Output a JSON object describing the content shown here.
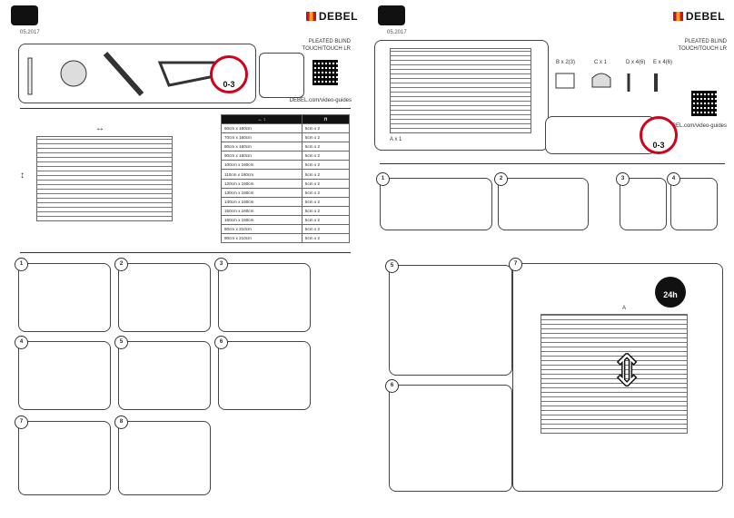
{
  "left": {
    "brand": "DEBEL",
    "date": "05.2017",
    "product_title": "PLEATED BLIND",
    "product_subtitle": "TOUCH/TOUCH LR",
    "age_warning": "0-3",
    "video_link": "DEBEL.com/video-guides",
    "table": {
      "headers": [
        "↔ ↕",
        "⊓"
      ],
      "rows": [
        [
          "60cm x 160cm",
          "5cm x 2"
        ],
        [
          "70cm x 160cm",
          "5cm x 2"
        ],
        [
          "80cm x 160cm",
          "5cm x 2"
        ],
        [
          "90cm x 160cm",
          "5cm x 2"
        ],
        [
          "100cm x 160cm",
          "5cm x 2"
        ],
        [
          "110cm x 160cm",
          "5cm x 2"
        ],
        [
          "120cm x 160cm",
          "5cm x 2"
        ],
        [
          "130cm x 160cm",
          "5cm x 2"
        ],
        [
          "140cm x 160cm",
          "5cm x 2"
        ],
        [
          "150cm x 160cm",
          "5cm x 2"
        ],
        [
          "160cm x 160cm",
          "5cm x 2"
        ],
        [
          "80cm x 210cm",
          "5cm x 2"
        ],
        [
          "90cm x 210cm",
          "5cm x 2"
        ]
      ]
    },
    "steps": [
      "1",
      "2",
      "3",
      "4",
      "5",
      "6",
      "7",
      "8"
    ]
  },
  "right": {
    "brand": "DEBEL",
    "date": "05.2017",
    "product_title": "PLEATED BLIND",
    "product_subtitle": "TOUCH/TOUCH LR",
    "age_warning": "0-3",
    "video_link": "DEBEL.com/video-guides",
    "blind_label": "A x 1",
    "parts": [
      "B x 2(3)",
      "C x 1",
      "D x 4(6)",
      "E x 4(6)"
    ],
    "steps": [
      "1",
      "2",
      "3",
      "4",
      "5",
      "6",
      "7"
    ],
    "badge_24h": "24h",
    "letters": {
      "a": "A",
      "b": "B",
      "c": "C",
      "d": "D"
    }
  }
}
